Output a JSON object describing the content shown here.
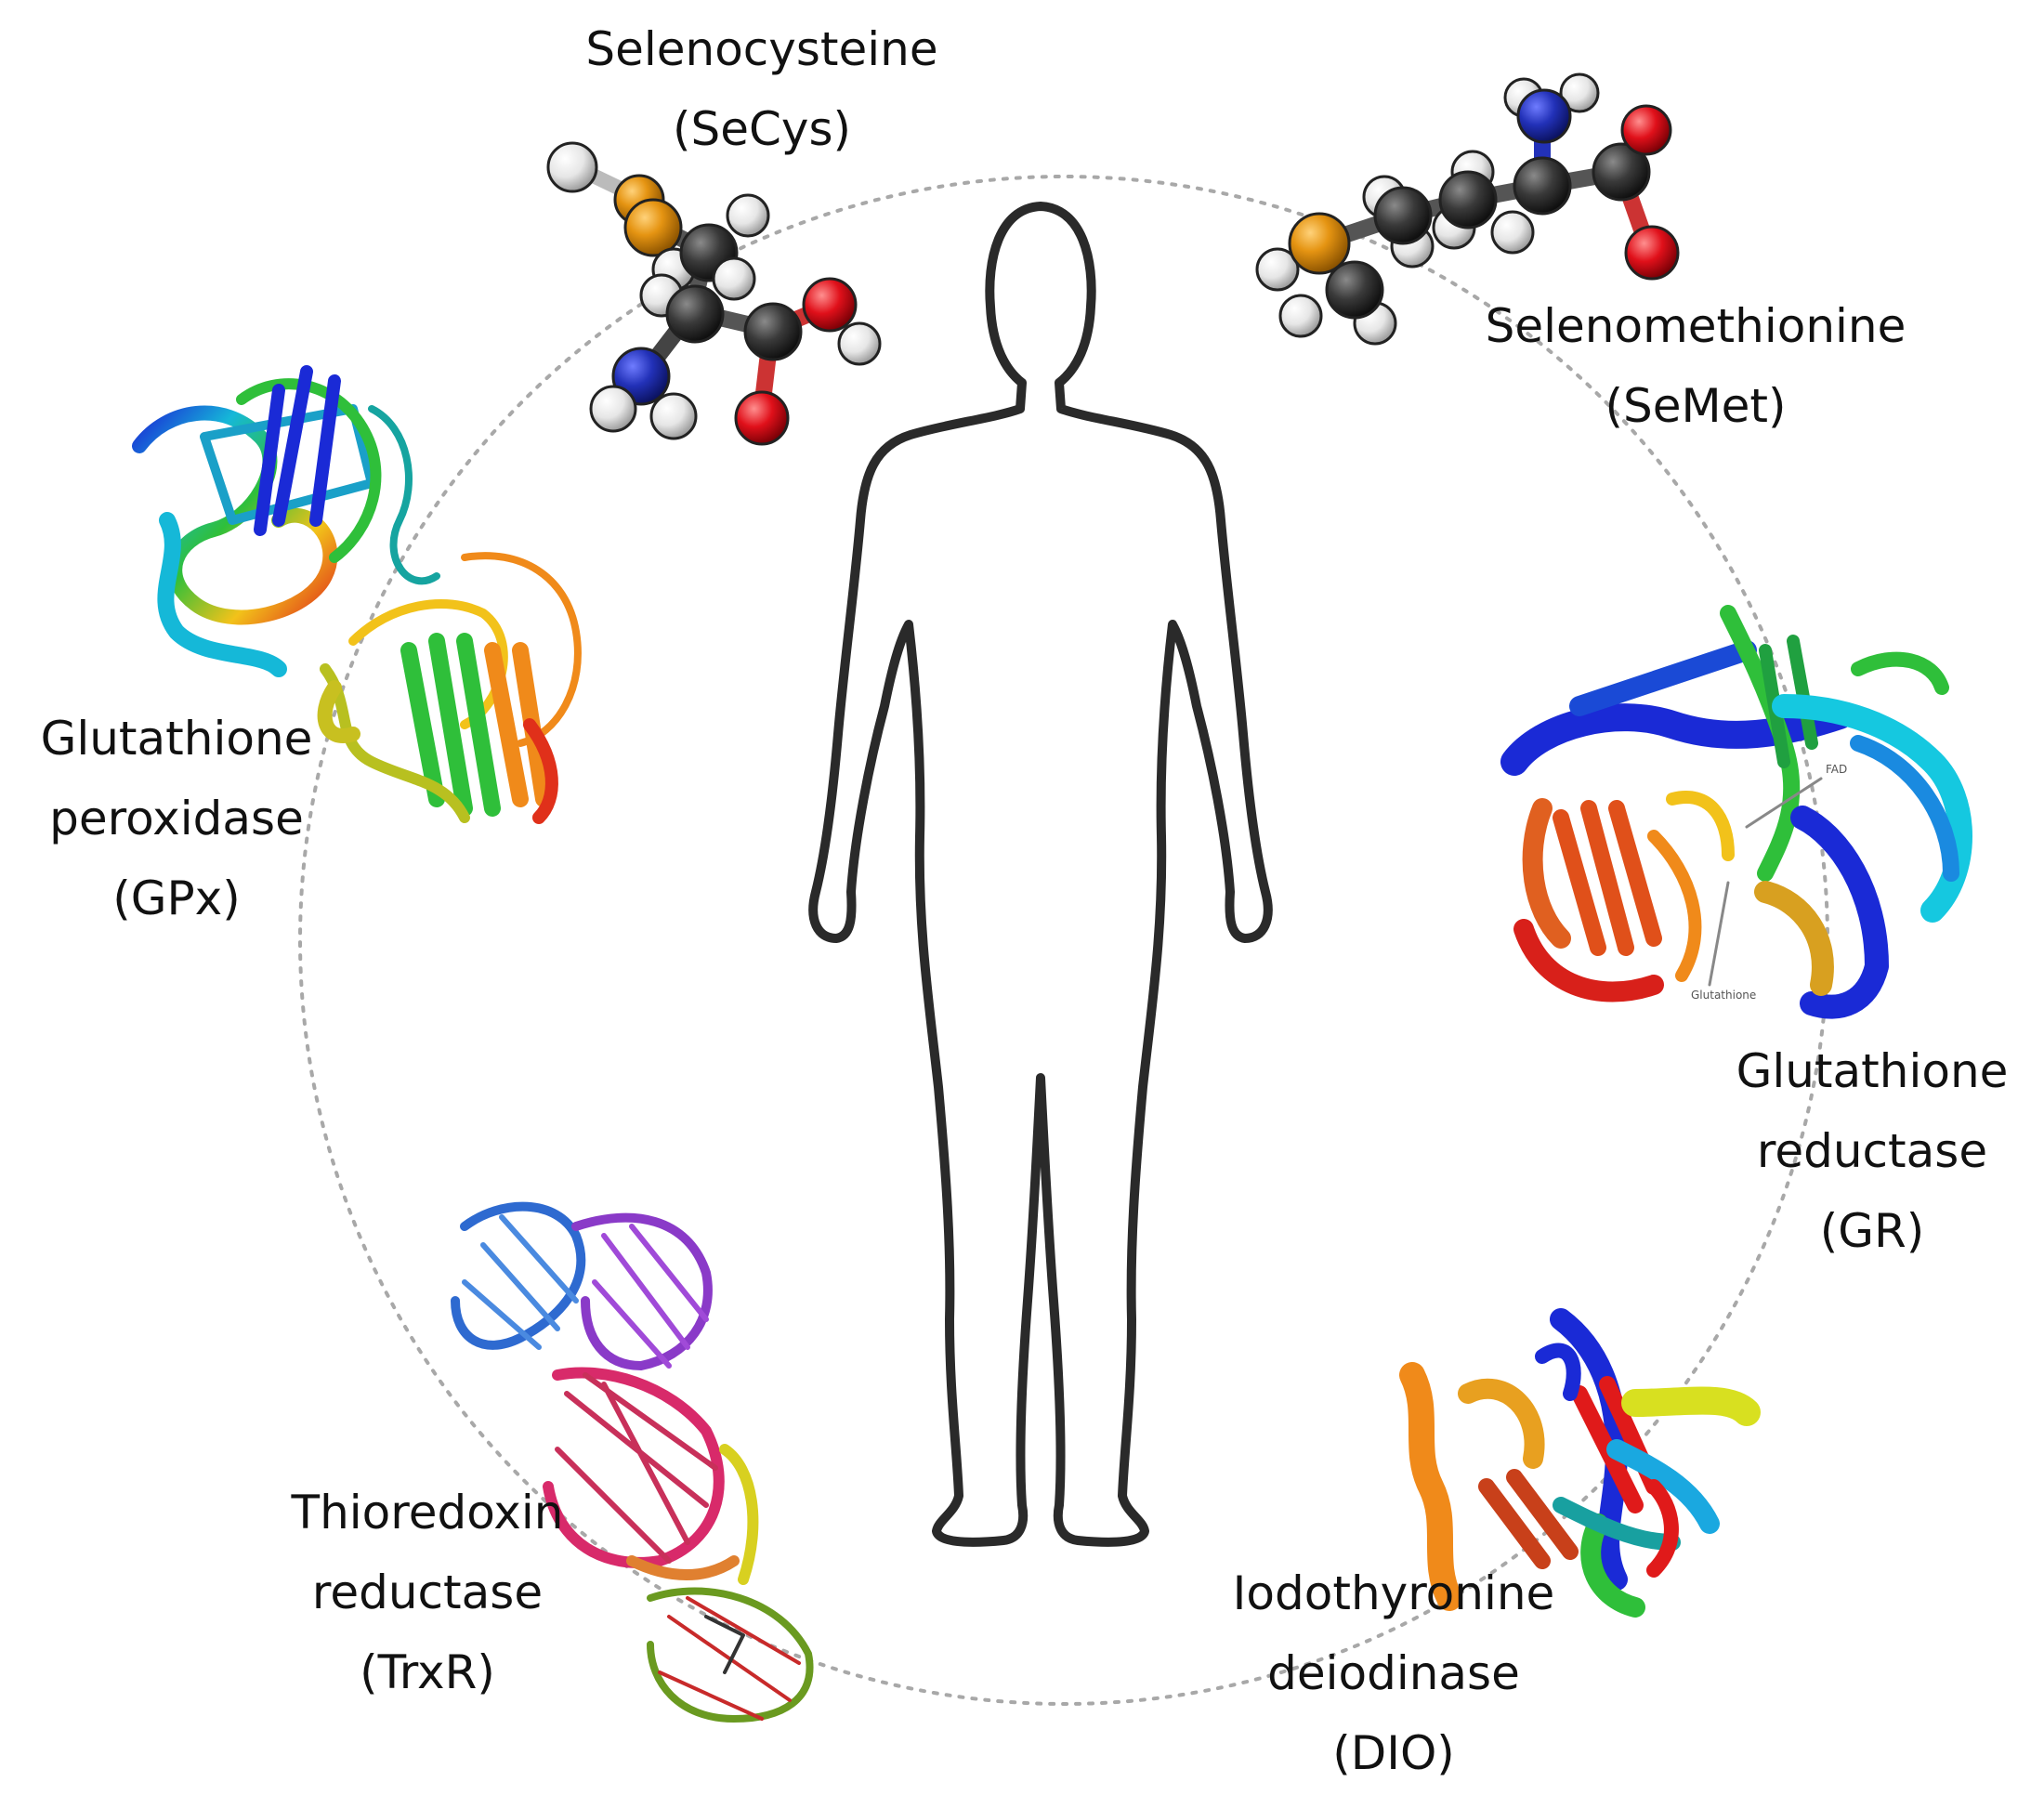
{
  "labels": {
    "secys": {
      "name": "Selenocysteine",
      "abbr": "(SeCys)"
    },
    "semet": {
      "name": "Selenomethionine",
      "abbr": "(SeMet)"
    },
    "gpx": {
      "name_1": "Glutathione",
      "name_2": "peroxidase",
      "abbr": "(GPx)"
    },
    "gr": {
      "name_1": "Glutathione",
      "name_2": "reductase",
      "abbr": "(GR)",
      "annotation_fad": "FAD",
      "annotation_glutathione": "Glutathione"
    },
    "trxr": {
      "name_1": "Thioredoxin",
      "name_2": "reductase",
      "abbr": "(TrxR)"
    },
    "dio": {
      "name_1": "Iodothyronine",
      "name_2": "deiodinase",
      "abbr": "(DIO)"
    }
  },
  "colors": {
    "outline": "#2a2a2a",
    "dotted_circle": "#a8a8a8",
    "selenium_atom": "#e59412",
    "carbon_atom": "#3a3a3a",
    "hydrogen_atom": "#e6e6e6",
    "nitrogen_atom": "#2231b8",
    "oxygen_atom": "#e0101a"
  },
  "icons": [
    "human-body-outline",
    "selenocysteine-molecule",
    "selenomethionine-molecule",
    "gpx-protein-structure",
    "gr-protein-structure",
    "trxr-protein-structure",
    "dio-protein-structure"
  ]
}
